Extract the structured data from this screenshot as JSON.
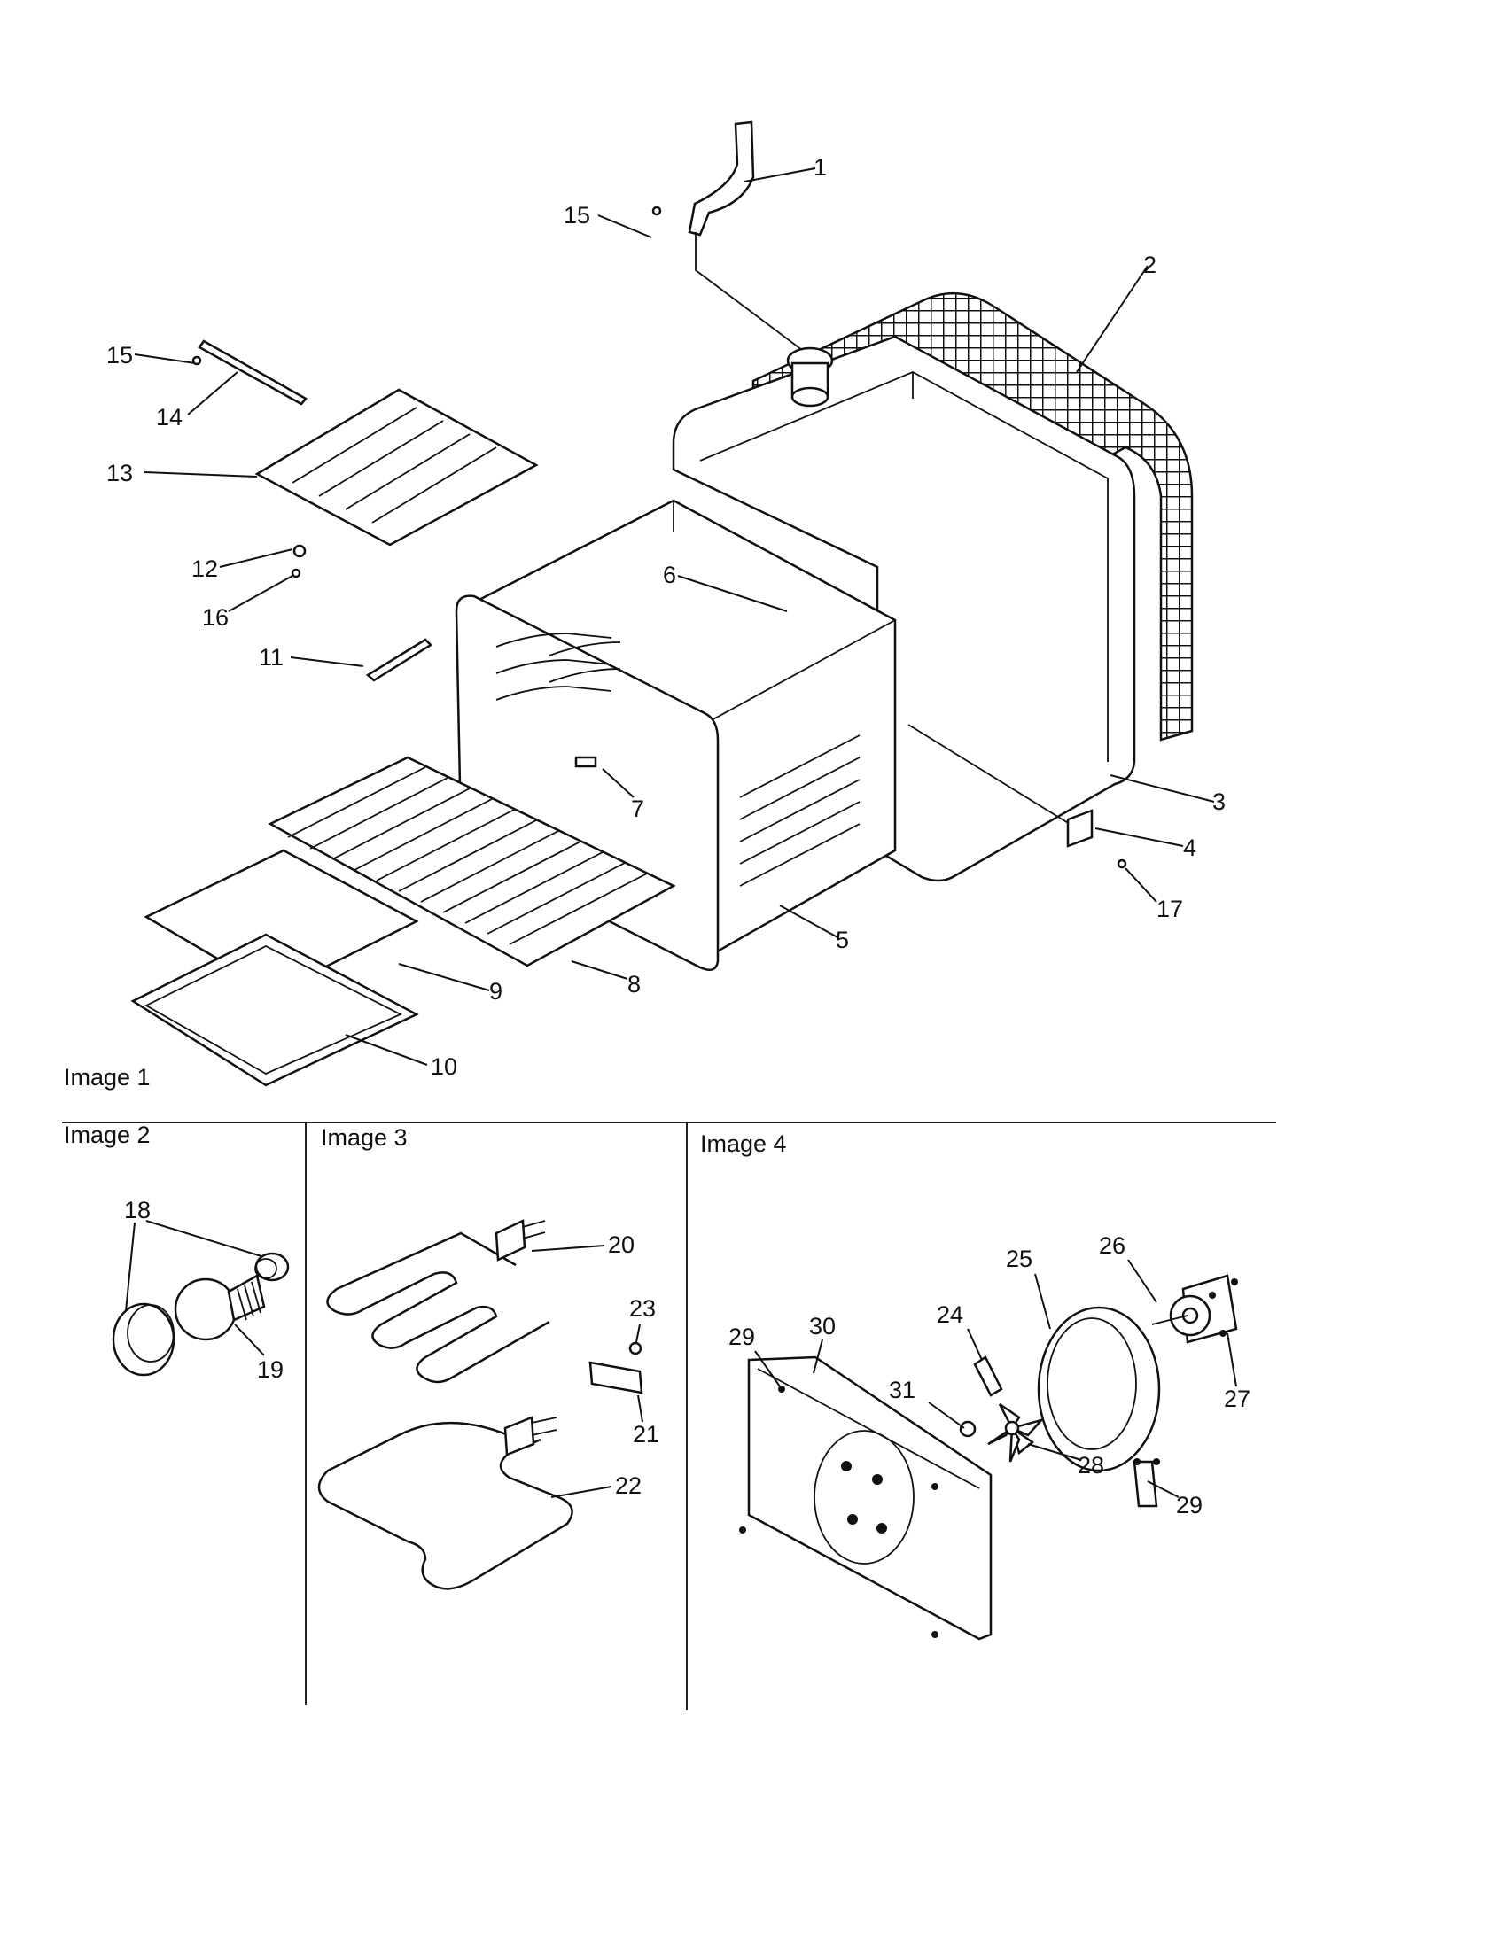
{
  "sections": [
    {
      "id": "image-1",
      "label": "Image 1"
    },
    {
      "id": "image-2",
      "label": "Image 2"
    },
    {
      "id": "image-3",
      "label": "Image 3"
    },
    {
      "id": "image-4",
      "label": "Image 4"
    }
  ],
  "callouts": [
    {
      "id": "c1",
      "text": "1"
    },
    {
      "id": "c15a",
      "text": "15"
    },
    {
      "id": "c2",
      "text": "2"
    },
    {
      "id": "c15b",
      "text": "15"
    },
    {
      "id": "c14",
      "text": "14"
    },
    {
      "id": "c13",
      "text": "13"
    },
    {
      "id": "c6",
      "text": "6"
    },
    {
      "id": "c12",
      "text": "12"
    },
    {
      "id": "c16",
      "text": "16"
    },
    {
      "id": "c11",
      "text": "11"
    },
    {
      "id": "c7",
      "text": "7"
    },
    {
      "id": "c3",
      "text": "3"
    },
    {
      "id": "c4",
      "text": "4"
    },
    {
      "id": "c17",
      "text": "17"
    },
    {
      "id": "c5",
      "text": "5"
    },
    {
      "id": "c8",
      "text": "8"
    },
    {
      "id": "c9",
      "text": "9"
    },
    {
      "id": "c10",
      "text": "10"
    },
    {
      "id": "c18",
      "text": "18"
    },
    {
      "id": "c19",
      "text": "19"
    },
    {
      "id": "c20",
      "text": "20"
    },
    {
      "id": "c23",
      "text": "23"
    },
    {
      "id": "c21",
      "text": "21"
    },
    {
      "id": "c22",
      "text": "22"
    },
    {
      "id": "c25",
      "text": "25"
    },
    {
      "id": "c26",
      "text": "26"
    },
    {
      "id": "c24",
      "text": "24"
    },
    {
      "id": "c29a",
      "text": "29"
    },
    {
      "id": "c30",
      "text": "30"
    },
    {
      "id": "c31",
      "text": "31"
    },
    {
      "id": "c27",
      "text": "27"
    },
    {
      "id": "c28",
      "text": "28"
    },
    {
      "id": "c29b",
      "text": "29"
    }
  ]
}
